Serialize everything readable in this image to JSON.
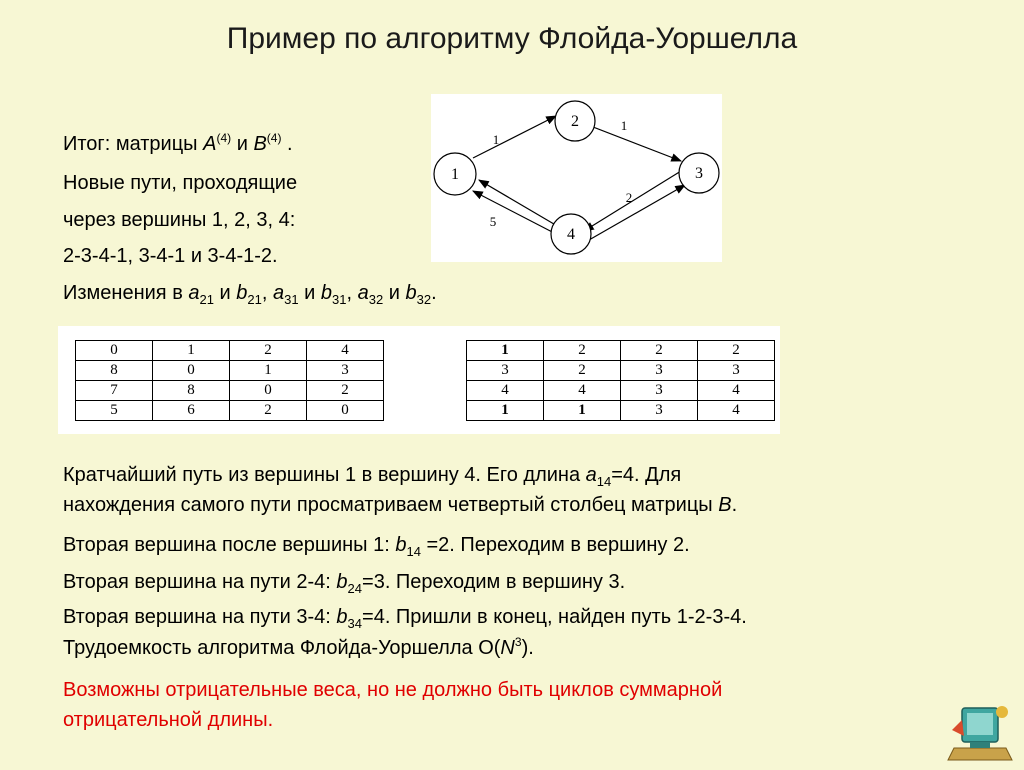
{
  "title": "Пример по алгоритму Флойда-Уоршелла",
  "result": {
    "prefix": "Итог: матрицы ",
    "a": "A",
    "a_sup": "(4)",
    "and": " и ",
    "b": "B",
    "b_sup": "(4)",
    "suffix": " ."
  },
  "new_paths_1": "Новые пути, проходящие",
  "new_paths_2": "через вершины 1, 2, 3, 4:",
  "new_paths_3": "2-3-4-1, 3-4-1 и 3-4-1-2.",
  "changes": {
    "prefix": "Изменения в ",
    "a21": "a",
    "a21_sub": "21",
    "and1": " и ",
    "b21": "b",
    "b21_sub": "21",
    "comma1": ", ",
    "a31": "a",
    "a31_sub": "31",
    "and2": " и ",
    "b31": "b",
    "b31_sub": "31",
    "comma2": ", ",
    "a32": "a",
    "a32_sub": "32",
    "and3": " и ",
    "b32": "b",
    "b32_sub": "32",
    "end": "."
  },
  "graph": {
    "nodes": [
      "1",
      "2",
      "3",
      "4"
    ],
    "edges": [
      {
        "from": "1",
        "to": "2",
        "weight": "1"
      },
      {
        "from": "2",
        "to": "3",
        "weight": "1"
      },
      {
        "from": "3",
        "to": "4",
        "weight": "2"
      },
      {
        "from": "4",
        "to": "1",
        "weight": "5"
      }
    ]
  },
  "matrix_a": [
    [
      "0",
      "1",
      "2",
      "4"
    ],
    [
      "8",
      "0",
      "1",
      "3"
    ],
    [
      "7",
      "8",
      "0",
      "2"
    ],
    [
      "5",
      "6",
      "2",
      "0"
    ]
  ],
  "matrix_b": [
    [
      "1",
      "2",
      "2",
      "2"
    ],
    [
      "3",
      "2",
      "3",
      "3"
    ],
    [
      "4",
      "4",
      "3",
      "4"
    ],
    [
      "1",
      "1",
      "3",
      "4"
    ]
  ],
  "shortest": {
    "l1_prefix": "Кратчайший путь из вершины 1 в вершину 4. Его длина ",
    "l1_a": "a",
    "l1_sub": "14",
    "l1_suffix": "=4. Для",
    "l2_prefix": "нахождения самого пути просматриваем четвертый столбец матрицы ",
    "l2_b": "B",
    "l2_suffix": "."
  },
  "second1": {
    "prefix": "Вторая вершина после вершины 1: ",
    "b": "b",
    "sub": "14",
    "suffix": " =2. Переходим в вершину 2."
  },
  "second2": {
    "prefix": "Вторая вершина на пути 2-4: ",
    "b": "b",
    "sub": "24",
    "suffix": "=3. Переходим в вершину 3."
  },
  "second3": {
    "prefix": "Вторая вершина на пути 3-4: ",
    "b": "b",
    "sub": "34",
    "suffix": "=4. Пришли в конец, найден путь 1-2-3-4."
  },
  "complexity": {
    "prefix": "Трудоемкость алгоритма Флойда-Уоршелла O(",
    "n": "N",
    "sup": "3",
    "suffix": ")."
  },
  "warning_1": "Возможны отрицательные веса, но не должно быть циклов суммарной",
  "warning_2": "отрицательной длины."
}
